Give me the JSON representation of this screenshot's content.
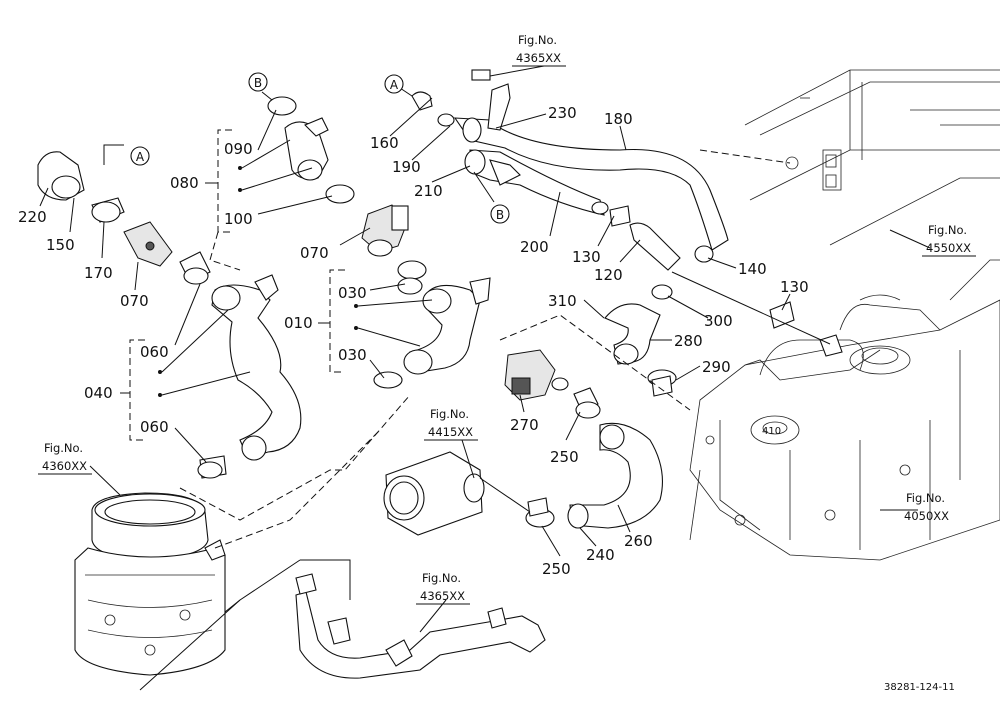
{
  "parts": {
    "p010": "010",
    "p030a": "030",
    "p030b": "030",
    "p040": "040",
    "p060a": "060",
    "p060b": "060",
    "p070a": "070",
    "p070b": "070",
    "p080": "080",
    "p090": "090",
    "p100": "100",
    "p120": "120",
    "p130a": "130",
    "p130b": "130",
    "p140": "140",
    "p150": "150",
    "p160": "160",
    "p170": "170",
    "p180": "180",
    "p190": "190",
    "p200": "200",
    "p210": "210",
    "p220": "220",
    "p230": "230",
    "p240": "240",
    "p250a": "250",
    "p250b": "250",
    "p260": "260",
    "p270": "270",
    "p280": "280",
    "p290": "290",
    "p300": "300",
    "p310": "310"
  },
  "refs": {
    "a1": "A",
    "a2": "A",
    "b1": "B",
    "b2": "B"
  },
  "figs": {
    "fig4365a_t": "Fig.No.",
    "fig4365a_n": "4365XX",
    "fig4550_t": "Fig.No.",
    "fig4550_n": "4550XX",
    "fig4415_t": "Fig.No.",
    "fig4415_n": "4415XX",
    "fig4360_t": "Fig.No.",
    "fig4360_n": "4360XX",
    "fig4050_t": "Fig.No.",
    "fig4050_n": "4050XX",
    "fig4365b_t": "Fig.No.",
    "fig4365b_n": "4365XX"
  },
  "drawing_code": "38281-124-11"
}
